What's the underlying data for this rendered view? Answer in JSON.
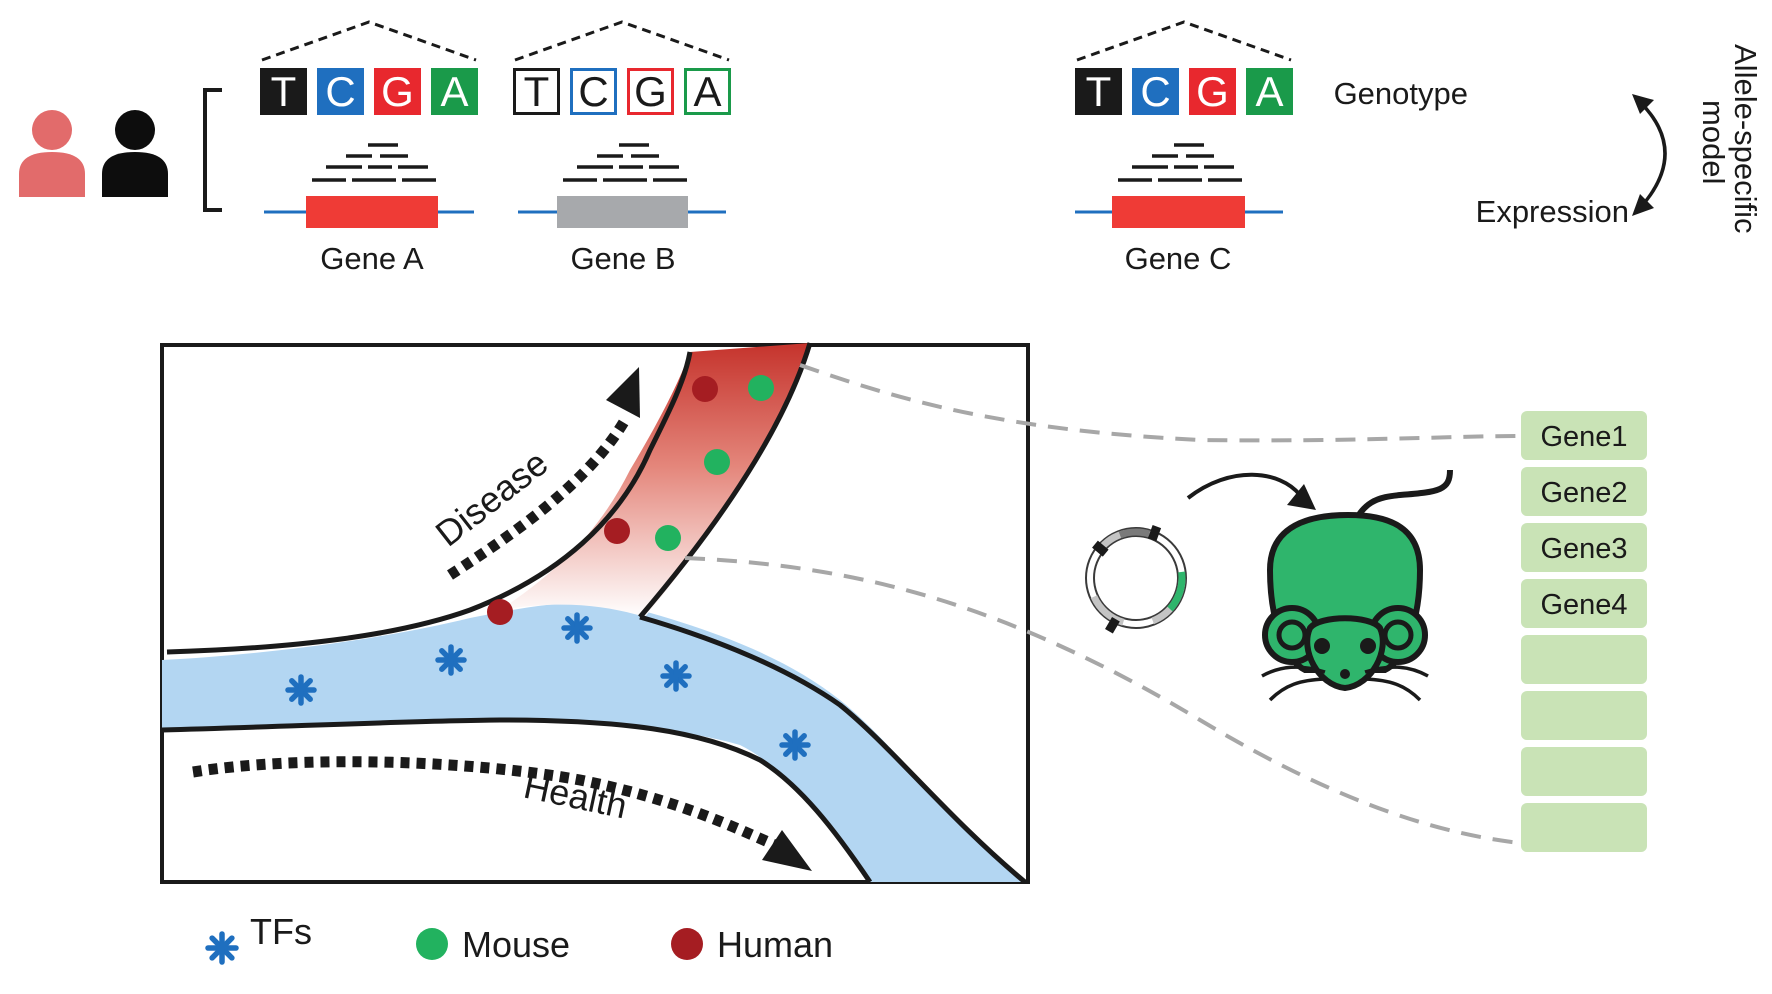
{
  "colors": {
    "T": "#1a1a1a",
    "C": "#1f6fbf",
    "G": "#e8282e",
    "A": "#1a9a4a",
    "gene_red": "#ef3b36",
    "gene_gray": "#a7a9ac",
    "genome_line": "#1f6fbf",
    "health_band": "#b3d6f2",
    "tf": "#1f6fbf",
    "mouse_dot": "#22b25f",
    "human_dot": "#a51d22",
    "mouse_green": "#2fb56c",
    "gene_box": "#c9e3b6",
    "person_left": "#e26b6b",
    "person_right": "#0d0d0d"
  },
  "genes": [
    {
      "label": "Gene A",
      "nucleotides": [
        "T",
        "C",
        "G",
        "A"
      ],
      "style": "filled",
      "gene_color": "red"
    },
    {
      "label": "Gene B",
      "nucleotides": [
        "T",
        "C",
        "G",
        "A"
      ],
      "style": "outline",
      "gene_color": "gray"
    },
    {
      "label": "Gene C",
      "nucleotides": [
        "T",
        "C",
        "G",
        "A"
      ],
      "style": "filled",
      "gene_color": "red"
    }
  ],
  "model": {
    "genotype": "Genotype",
    "expression": "Expression",
    "title_line1": "Allele-specific",
    "title_line2": "model"
  },
  "trajectory": {
    "disease": "Disease",
    "health": "Health"
  },
  "gene_list": [
    "Gene1",
    "Gene2",
    "Gene3",
    "Gene4",
    "",
    "",
    "",
    ""
  ],
  "legend": {
    "tfs": "TFs",
    "mouse": "Mouse",
    "human": "Human"
  }
}
